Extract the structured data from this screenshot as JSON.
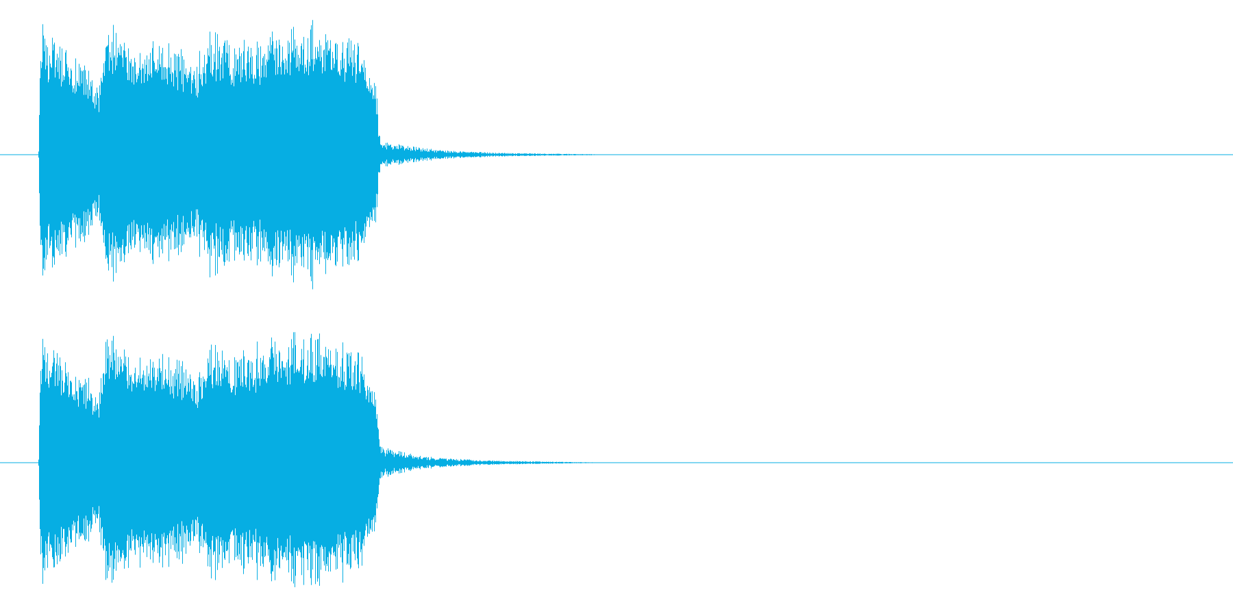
{
  "colors": {
    "background": "#ffffff",
    "waveform": "#06aee3",
    "baseline": "#06aee3"
  },
  "chart_data": {
    "type": "waveform",
    "title": "",
    "xlabel": "",
    "ylabel": "",
    "grid": false,
    "legend": "none",
    "x_range": [
      0,
      1
    ],
    "y_range": [
      -1,
      1
    ],
    "channels": [
      {
        "name": "",
        "envelope": [
          [
            0.0,
            0.0
          ],
          [
            0.031,
            0.0
          ],
          [
            0.033,
            0.95
          ],
          [
            0.045,
            0.82
          ],
          [
            0.06,
            0.7
          ],
          [
            0.074,
            0.62
          ],
          [
            0.08,
            0.5
          ],
          [
            0.085,
            1.0
          ],
          [
            0.095,
            0.92
          ],
          [
            0.108,
            0.85
          ],
          [
            0.125,
            0.82
          ],
          [
            0.145,
            0.78
          ],
          [
            0.16,
            0.68
          ],
          [
            0.17,
            0.95
          ],
          [
            0.19,
            0.84
          ],
          [
            0.21,
            0.86
          ],
          [
            0.225,
            0.95
          ],
          [
            0.245,
            0.99
          ],
          [
            0.265,
            0.92
          ],
          [
            0.285,
            0.9
          ],
          [
            0.298,
            0.78
          ],
          [
            0.304,
            0.62
          ],
          [
            0.306,
            0.38
          ],
          [
            0.308,
            0.1
          ],
          [
            0.32,
            0.08
          ],
          [
            0.34,
            0.05
          ],
          [
            0.36,
            0.03
          ],
          [
            0.4,
            0.015
          ],
          [
            0.44,
            0.008
          ],
          [
            0.47,
            0.005
          ],
          [
            0.49,
            0.002
          ],
          [
            0.5,
            0.0
          ],
          [
            1.0,
            0.0
          ]
        ]
      },
      {
        "name": "",
        "envelope": [
          [
            0.0,
            0.0
          ],
          [
            0.031,
            0.0
          ],
          [
            0.033,
            0.93
          ],
          [
            0.045,
            0.8
          ],
          [
            0.06,
            0.68
          ],
          [
            0.074,
            0.6
          ],
          [
            0.08,
            0.48
          ],
          [
            0.085,
            1.0
          ],
          [
            0.095,
            0.92
          ],
          [
            0.108,
            0.84
          ],
          [
            0.125,
            0.81
          ],
          [
            0.145,
            0.77
          ],
          [
            0.16,
            0.67
          ],
          [
            0.17,
            0.94
          ],
          [
            0.19,
            0.84
          ],
          [
            0.21,
            0.85
          ],
          [
            0.225,
            0.95
          ],
          [
            0.245,
            0.98
          ],
          [
            0.265,
            0.91
          ],
          [
            0.285,
            0.89
          ],
          [
            0.298,
            0.76
          ],
          [
            0.304,
            0.6
          ],
          [
            0.306,
            0.36
          ],
          [
            0.308,
            0.12
          ],
          [
            0.32,
            0.09
          ],
          [
            0.34,
            0.05
          ],
          [
            0.36,
            0.03
          ],
          [
            0.4,
            0.015
          ],
          [
            0.44,
            0.008
          ],
          [
            0.47,
            0.004
          ],
          [
            0.49,
            0.002
          ],
          [
            0.5,
            0.0
          ],
          [
            1.0,
            0.0
          ]
        ]
      }
    ]
  }
}
